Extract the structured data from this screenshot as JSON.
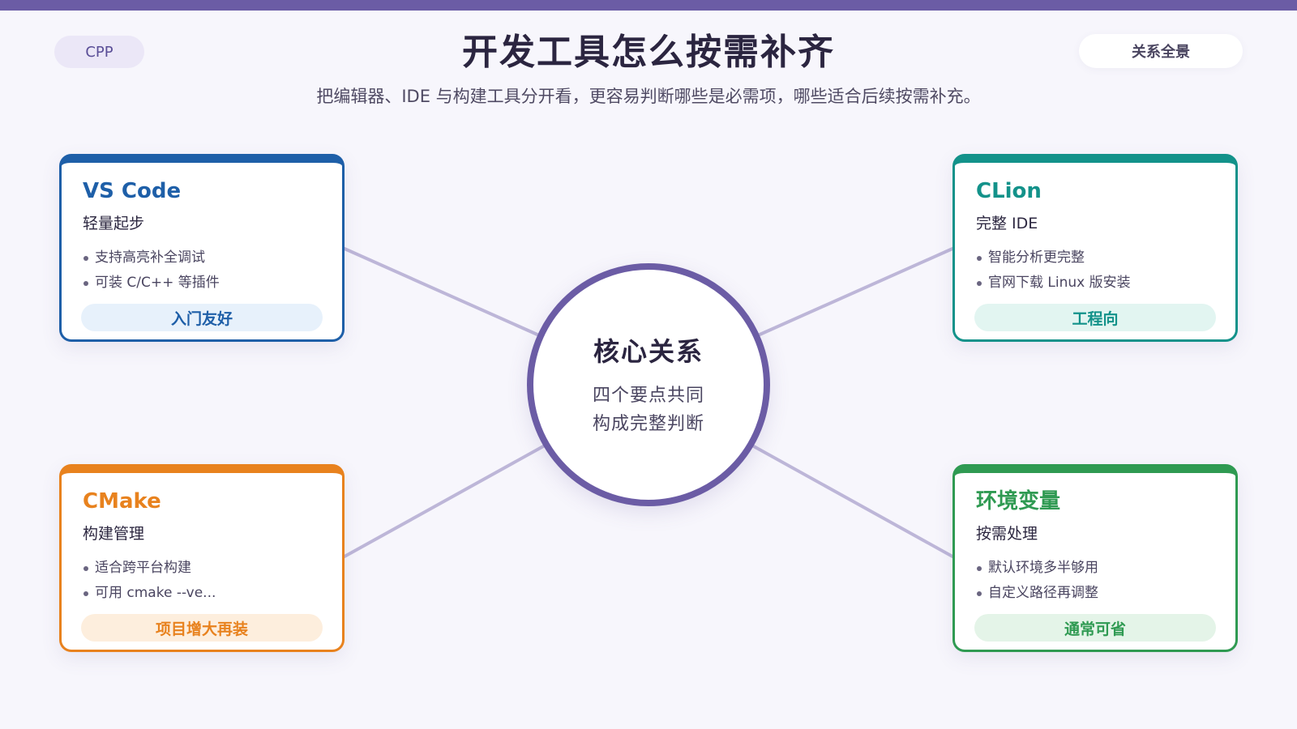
{
  "header": {
    "tag": "CPP",
    "title": "开发工具怎么按需补齐",
    "subtitle": "把编辑器、IDE 与构建工具分开看，更容易判断哪些是必需项，哪些适合后续按需补充。",
    "view_label": "关系全景"
  },
  "hub": {
    "title": "核心关系",
    "line1": "四个要点共同",
    "line2": "构成完整判断"
  },
  "cards": [
    {
      "title": "VS Code",
      "subtitle": "轻量起步",
      "bullets": [
        "支持高亮补全调试",
        "可装 C/C++ 等插件"
      ],
      "badge": "入门友好",
      "accent": "#1e5fa8"
    },
    {
      "title": "CLion",
      "subtitle": "完整 IDE",
      "bullets": [
        "智能分析更完整",
        "官网下载 Linux 版安装"
      ],
      "badge": "工程向",
      "accent": "#13928a"
    },
    {
      "title": "CMake",
      "subtitle": "构建管理",
      "bullets": [
        "适合跨平台构建",
        "可用 cmake --ve..."
      ],
      "badge": "项目增大再装",
      "accent": "#e8821e"
    },
    {
      "title": "环境变量",
      "subtitle": "按需处理",
      "bullets": [
        "默认环境多半够用",
        "自定义路径再调整"
      ],
      "badge": "通常可省",
      "accent": "#2f9a52"
    }
  ],
  "colors": {
    "top_bar": "#6b5ca5",
    "hub_ring": "#6b5ca5",
    "connector": "#bdb6d8",
    "background": "#f7f6fc"
  }
}
